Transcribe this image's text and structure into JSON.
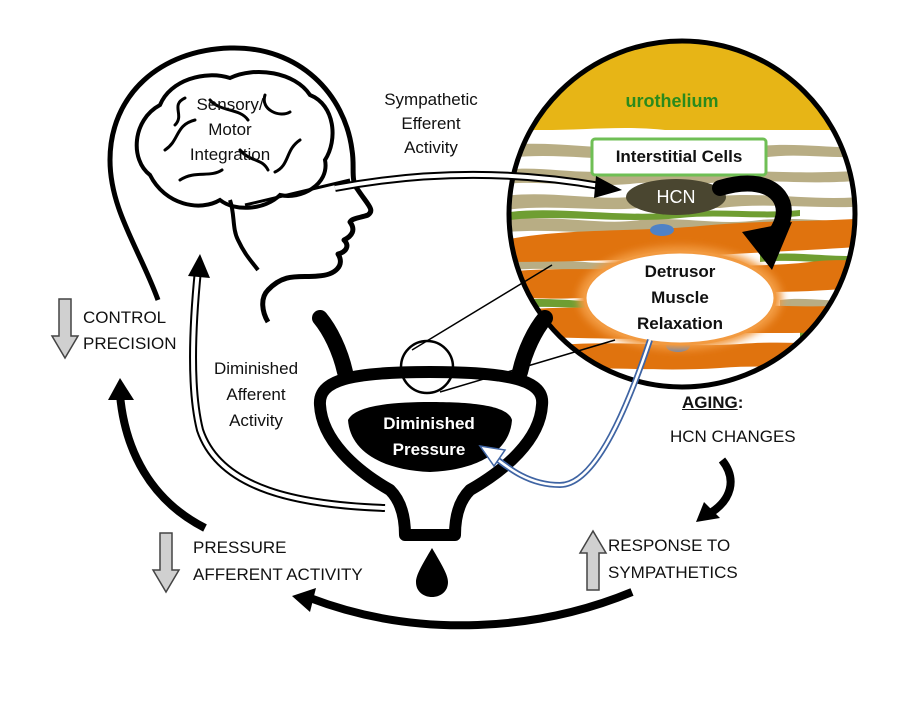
{
  "brain_label": [
    "Sensory/",
    "Motor",
    "Integration"
  ],
  "sympathetic_label": [
    "Sympathetic",
    "Efferent",
    "Activity"
  ],
  "urothelium_label": "urothelium",
  "interstitial_label": "Interstitial Cells",
  "hcn_label": "HCN",
  "detrusor_label": [
    "Detrusor",
    "Muscle",
    "Relaxation"
  ],
  "control_label": [
    "CONTROL",
    "PRECISION"
  ],
  "diminished_afferent_label": [
    "Diminished",
    "Afferent",
    "Activity"
  ],
  "bladder_label": [
    "Diminished",
    "Pressure"
  ],
  "aging_label": "AGING",
  "aging_colon": ":",
  "hcn_changes_label": "HCN CHANGES",
  "pressure_afferent_label": [
    "PRESSURE",
    "AFFERENT ACTIVITY"
  ],
  "response_label": [
    "RESPONSE TO",
    "SYMPATHETICS"
  ],
  "colors": {
    "urothelium": "#e7b516",
    "urothelium_text": "#2a8a1c",
    "interstitial_border": "#6fbf55",
    "hcn_fill": "#4a4630",
    "muscle_orange": "#e0730e",
    "tissue_tan": "#b8ad84",
    "tissue_green": "#6f9e32",
    "nucleus_blue": "#4f82c6",
    "relaxation_glow": "#f29a40",
    "grey_arrow": "#d0d0d0",
    "blue_arrow": "#3f64a3"
  }
}
